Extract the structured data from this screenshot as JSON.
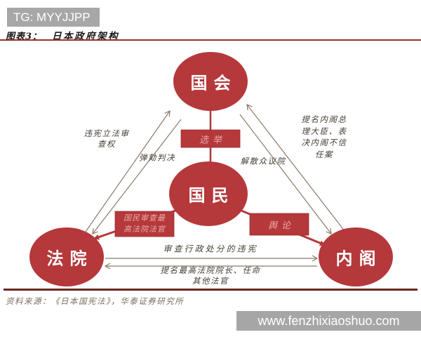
{
  "header": {
    "badge": "TG: MYYJJPP",
    "figure_label": "图表3：",
    "figure_title": "日本政府架构"
  },
  "nodes": {
    "diet": "国会",
    "citizens": "国民",
    "courts": "法院",
    "cabinet": "内阁"
  },
  "labels": {
    "constitutional_review": [
      "违宪立法审",
      "查权"
    ],
    "impeachment": "弹劾判决",
    "election": "选举",
    "pm_nomination": [
      "提名内阁总",
      "理大臣、表",
      "决内阁不信",
      "任案"
    ],
    "dissolve_house": "解散众议院",
    "citizen_review": [
      "国民审查最",
      "高法院法官"
    ],
    "public_opinion": "舆论",
    "admin_review": "审查行政处分的违宪",
    "judge_appointment": [
      "提名最高法院院长、任命",
      "其他法官"
    ]
  },
  "colors": {
    "node_red": "#b5383b",
    "pink_text": "#eaaba8",
    "line_brown": "#8b7a6b",
    "label_ink": "#453f37",
    "rule_red": "#96342b",
    "rule_bottom": "#6a2a22",
    "badge_gray": "#a7a7a7"
  },
  "footer": {
    "source": "资料来源：《日本国宪法》，华泰证券研究所",
    "watermark": "www.fenzhixiaoshuo.com"
  }
}
